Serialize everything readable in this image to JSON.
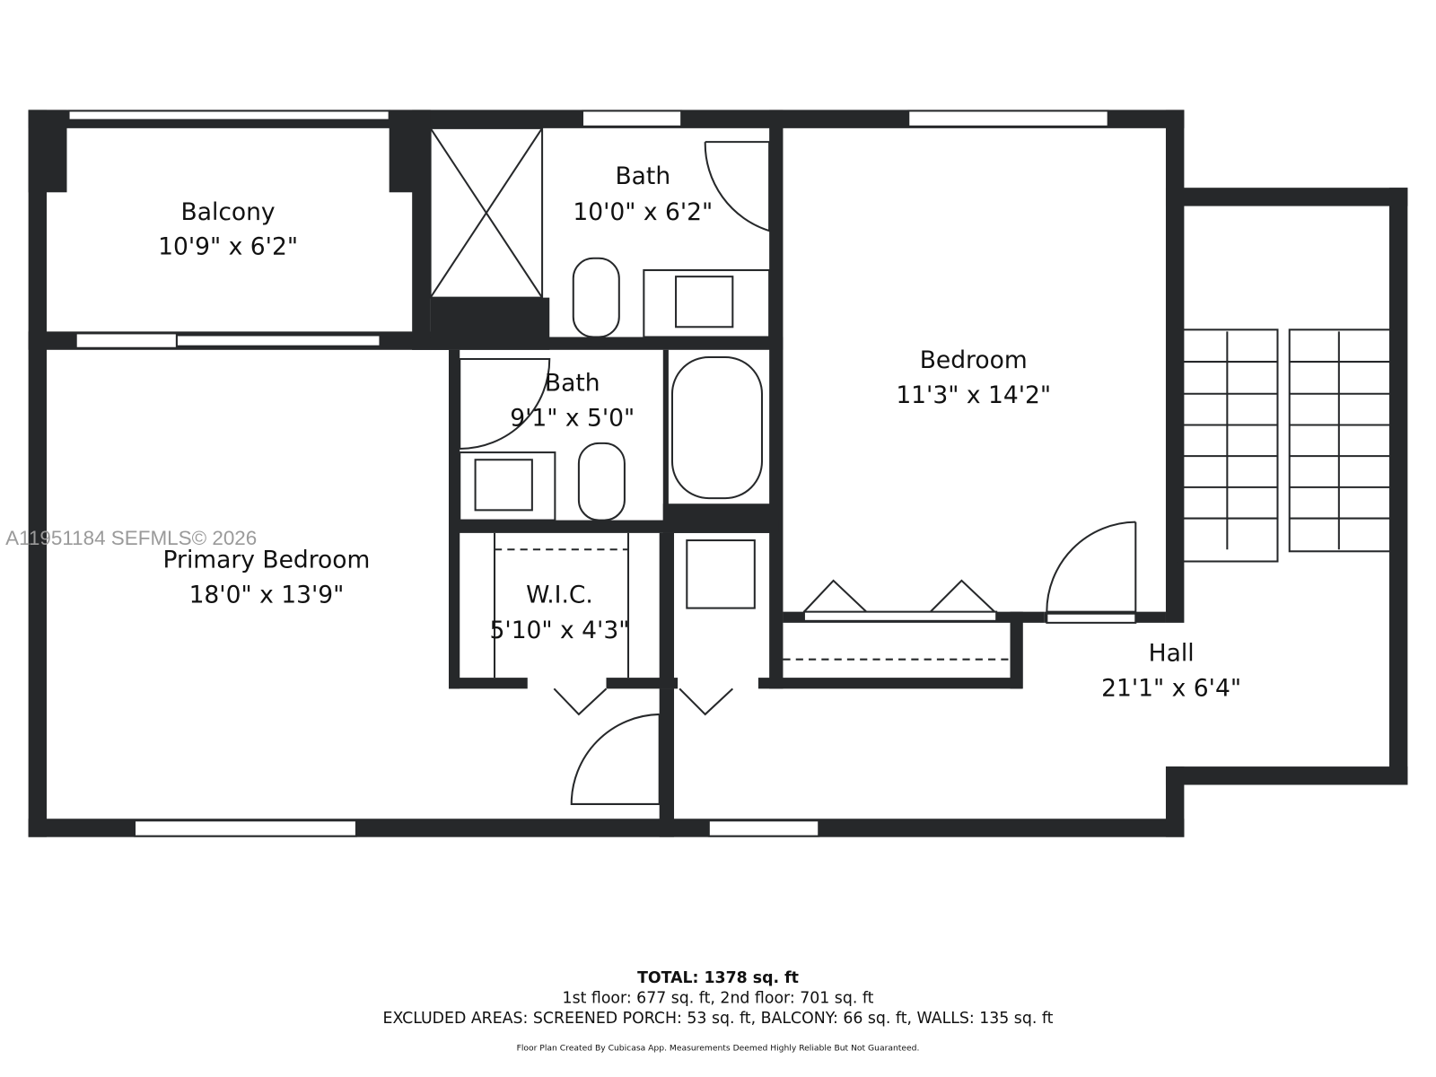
{
  "rooms": [
    {
      "name": "Balcony",
      "size": "10'9\" x 6'2\""
    },
    {
      "name": "Bath",
      "size": "10'0\" x 6'2\""
    },
    {
      "name": "Bedroom",
      "size": "11'3\" x 14'2\""
    },
    {
      "name": "Bath",
      "size": "9'1\" x 5'0\""
    },
    {
      "name": "Primary Bedroom",
      "size": "18'0\" x 13'9\""
    },
    {
      "name": "W.I.C.",
      "size": "5'10\" x 4'3\""
    },
    {
      "name": "Hall",
      "size": "21'1\" x 6'4\""
    }
  ],
  "watermark": "A11951184  SEFMLS© 2026",
  "summary": {
    "total": "TOTAL: 1378 sq. ft",
    "floors": "1st floor: 677 sq. ft, 2nd floor: 701 sq. ft",
    "excluded": "EXCLUDED AREAS: SCREENED PORCH: 53 sq. ft, BALCONY: 66 sq. ft, WALLS: 135 sq. ft",
    "disclaimer": "Floor Plan Created By Cubicasa App. Measurements Deemed Highly Reliable But Not Guaranteed."
  },
  "colors": {
    "wall": "#26282a",
    "watermark": "#9a9a9a"
  }
}
